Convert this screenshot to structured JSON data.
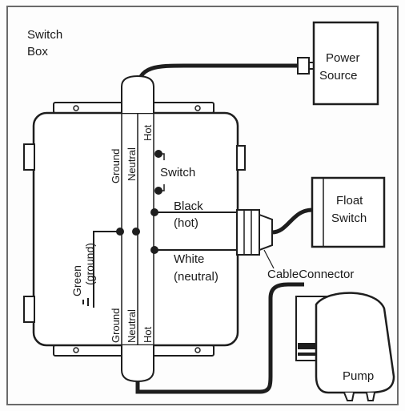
{
  "diagram": {
    "labels": {
      "switch_box_line1": "Switch",
      "switch_box_line2": "Box",
      "power_source_line1": "Power",
      "power_source_line2": "Source",
      "float_switch_line1": "Float",
      "float_switch_line2": "Switch",
      "switch": "Switch",
      "black_line1": "Black",
      "black_line2": "(hot)",
      "white_line1": "White",
      "white_line2": "(neutral)",
      "green_line1": "Green",
      "green_line2": "(ground)",
      "cable_connector": "CableConnector",
      "pump": "Pump",
      "top_ground": "Ground",
      "top_neutral": "Neutral",
      "top_hot": "Hot",
      "bottom_ground": "Ground",
      "bottom_neutral": "Neutral",
      "bottom_hot": "Hot"
    },
    "colors": {
      "line": "#1e1e1e",
      "background": "#fdfdfd"
    }
  }
}
